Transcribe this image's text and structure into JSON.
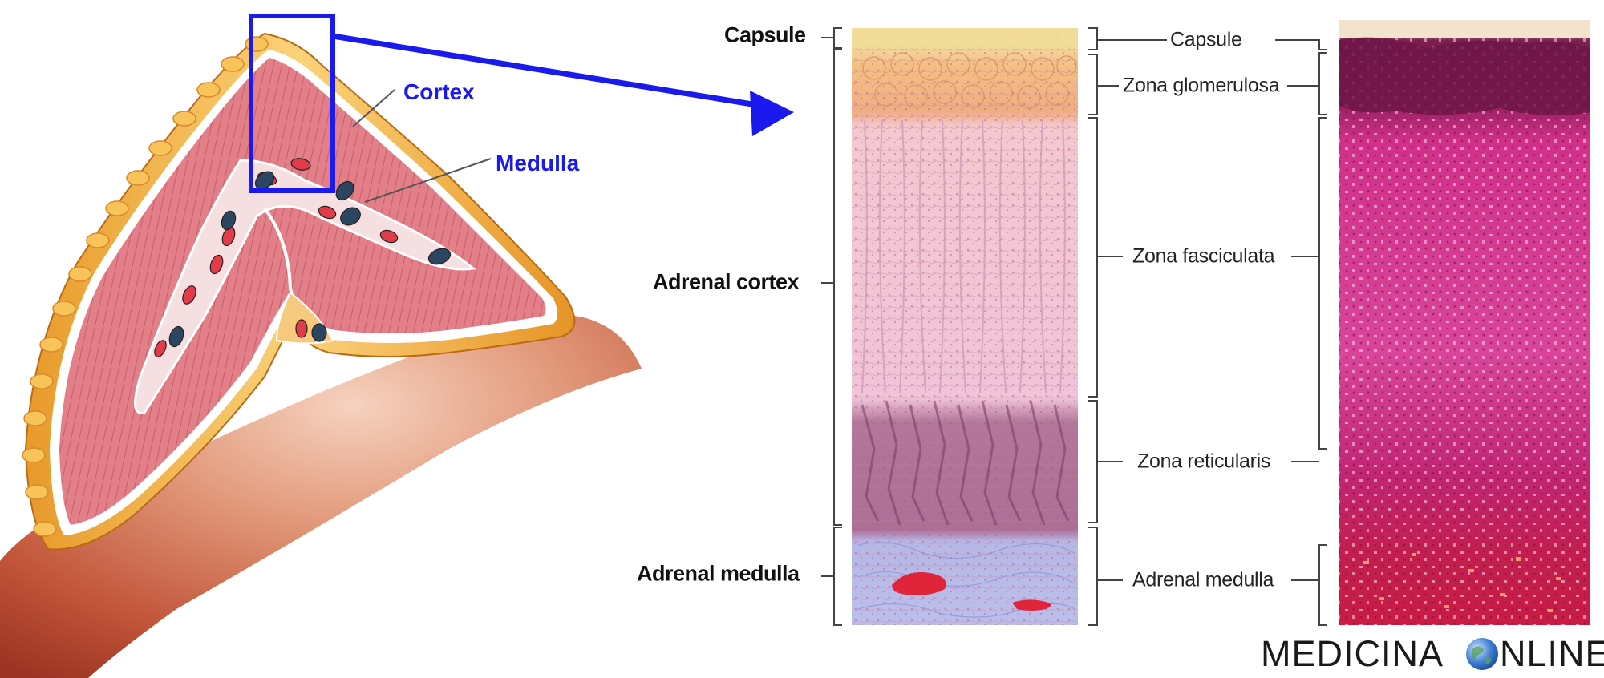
{
  "left_figure": {
    "cortex_label": "Cortex",
    "medulla_label": "Medulla"
  },
  "middle_labels_left": {
    "capsule": "Capsule",
    "adrenal_cortex": "Adrenal cortex",
    "adrenal_medulla": "Adrenal medulla"
  },
  "middle_labels_right": {
    "capsule": "Capsule",
    "zona_glomerulosa": "Zona glomerulosa",
    "zona_fasciculata": "Zona fasciculata",
    "zona_reticularis": "Zona reticularis",
    "adrenal_medulla": "Adrenal medulla"
  },
  "watermark": {
    "text_before": "MEDICINA",
    "text_after": "NLINE",
    "icon": "globe-icon"
  },
  "colors": {
    "highlight_blue": "#1a1aee",
    "capsule_yellow": "#f2b23c",
    "cortex_pink": "#e2808a",
    "medulla_lavender": "#b9bce8",
    "histology_magenta": "#c8247a"
  }
}
